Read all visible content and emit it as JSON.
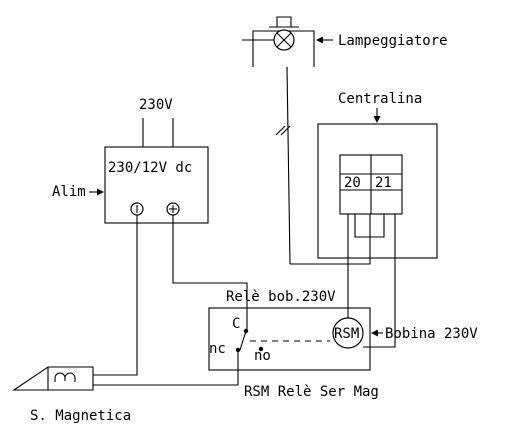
{
  "labels": {
    "lamp": "Lampeggiatore",
    "control_unit": "Centralina",
    "supply_voltage": "230V",
    "psu": "230/12V dc",
    "psu_pointer": "Alim",
    "terminal_20": "20",
    "terminal_21": "21",
    "relay_header": "Relè bob.230V",
    "contact_common": "C",
    "contact_nc": "nc",
    "contact_no": "no",
    "coil": "RSM",
    "coil_pointer": "Bobina 230V",
    "relay_caption": "RSM Relè Ser Mag",
    "electromagnet": "S. Magnetica"
  }
}
